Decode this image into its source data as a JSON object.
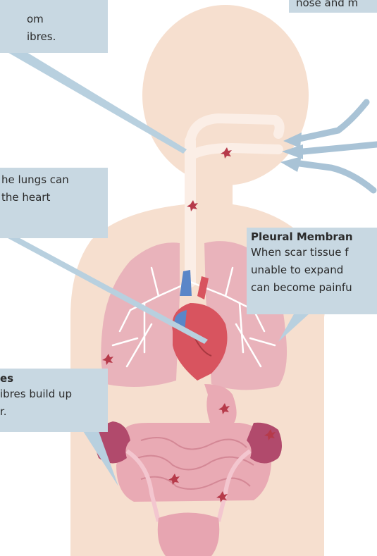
{
  "colors": {
    "background": "#ffffff",
    "body_skin": "#f6dfcf",
    "airway": "#fbeee6",
    "lung": "#e9b3bb",
    "lung_veins": "#ffffff",
    "heart": "#d8545f",
    "vessels_blue": "#5a86c8",
    "stomach": "#e9aab4",
    "intestine": "#e9aab4",
    "kidney": "#b14a6c",
    "bladder": "#e7a5b1",
    "fibre_marks": "#b63a4a",
    "callout_box": "#c8d8e2",
    "callout_text": "#2a2a2a",
    "leader_line": "#b8d0df",
    "arrow": "#a9c3d6"
  },
  "callouts": {
    "top_left": {
      "lines": [
        "om",
        "ibres."
      ]
    },
    "top_right": {
      "lines": [
        "nose and m"
      ]
    },
    "mid_left": {
      "lines": [
        "he lungs can",
        " the heart"
      ]
    },
    "pleural": {
      "title": "Pleural Membran",
      "lines": [
        "When scar tissue f",
        "unable to expand",
        "can become painfu"
      ]
    },
    "bottom_left": {
      "title": "es",
      "lines": [
        "ibres build up",
        "r."
      ]
    }
  },
  "icons": {
    "inhale_arrows": "arrow-left-icon",
    "fibre_particles": "asbestos-fibre-icon"
  }
}
